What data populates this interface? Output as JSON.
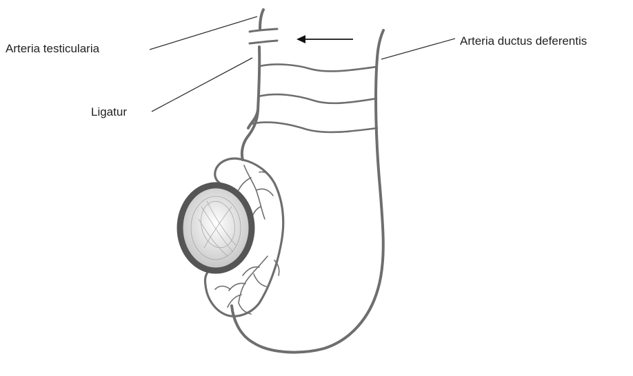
{
  "labels": {
    "arteria_testicularia": "Arteria testicularia",
    "ligatur": "Ligatur",
    "arteria_ductus_deferentis": "Arteria ductus deferentis"
  },
  "colors": {
    "stroke": "#6e6e6e",
    "text": "#222222",
    "testis_fill": "#e8e8e8",
    "testis_rim": "#555555"
  }
}
